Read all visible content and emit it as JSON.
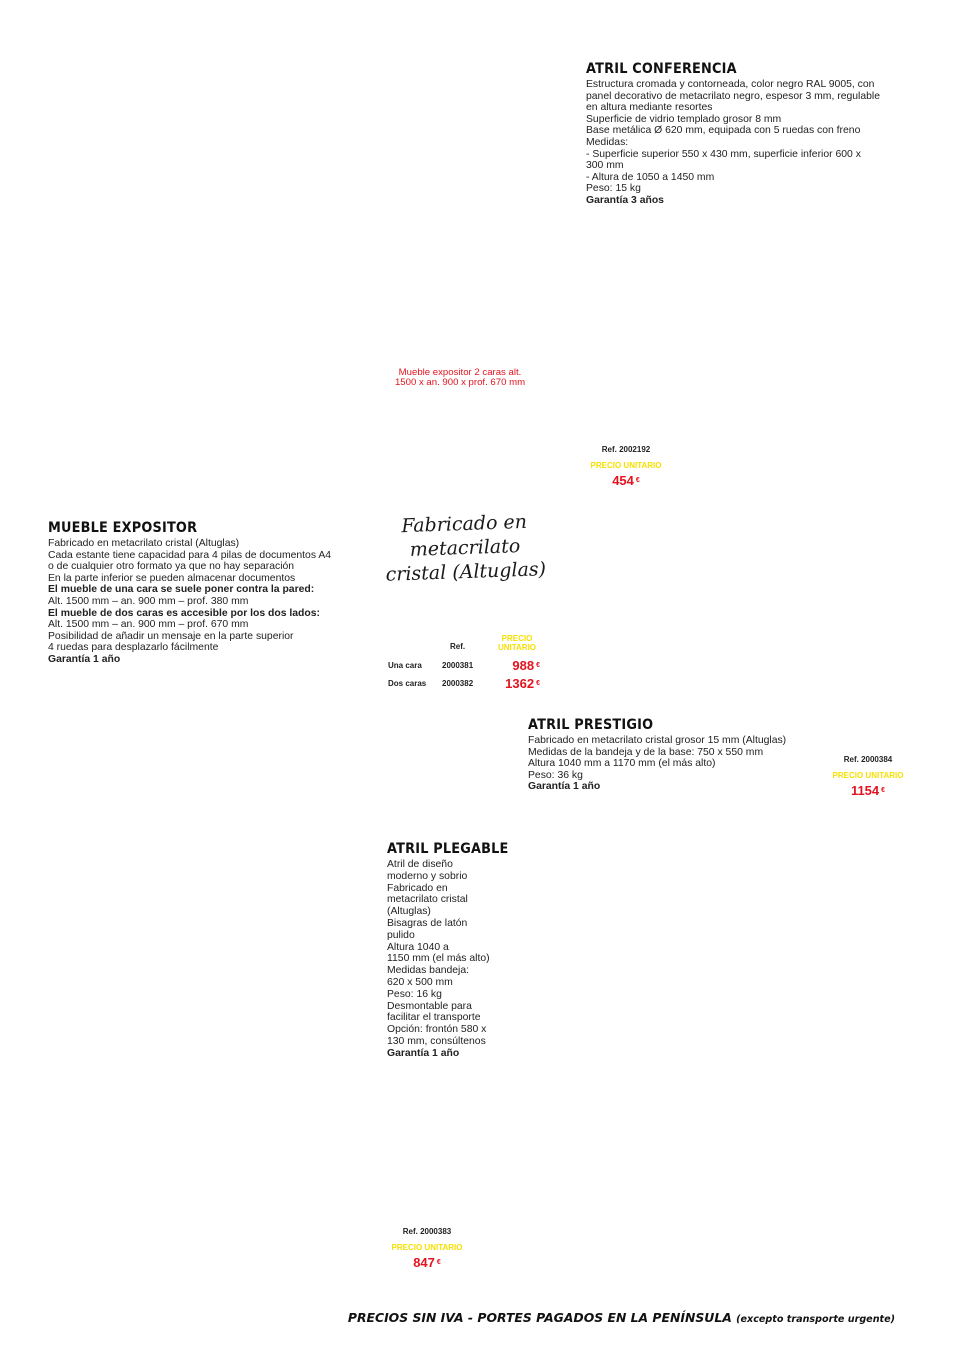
{
  "conferencia": {
    "title": "ATRIL CONFERENCIA",
    "lines": [
      "Estructura cromada y contorneada, color negro RAL 9005, con",
      "panel decorativo de metacrilato negro, espesor 3 mm, regulable",
      "en altura mediante resortes",
      "Superficie de vidrio templado grosor 8 mm",
      "Base metálica Ø 620 mm, equipada con 5 ruedas con freno",
      "Medidas:",
      "- Superficie superior 550 x 430 mm, superficie inferior 600 x",
      "300 mm",
      "- Altura de 1050 a 1450 mm",
      "Peso: 15 kg"
    ],
    "warranty": "Garantía 3 años",
    "ref": "Ref. 2002192",
    "unit_label": "PRECIO UNITARIO",
    "price": "454",
    "currency": "€"
  },
  "expositor_caption": {
    "line1": "Mueble expositor 2 caras alt.",
    "line2": "1500 x an. 900 x prof. 670 mm"
  },
  "expositor": {
    "title": "MUEBLE EXPOSITOR",
    "lines": [
      {
        "text": "Fabricado en metacrilato cristal (Altuglas)",
        "bold": false
      },
      {
        "text": "Cada estante tiene capacidad para 4 pilas de documentos A4",
        "bold": false
      },
      {
        "text": "o de cualquier otro formato ya que no hay separación",
        "bold": false
      },
      {
        "text": "En la parte inferior se pueden almacenar documentos",
        "bold": false
      },
      {
        "text": "El mueble de una cara se suele poner contra la pared:",
        "bold": true
      },
      {
        "text": "Alt. 1500 mm – an. 900 mm – prof. 380 mm",
        "bold": false
      },
      {
        "text": "El mueble de dos caras es accesible por los dos lados:",
        "bold": true
      },
      {
        "text": "Alt. 1500 mm – an. 900 mm – prof. 670 mm",
        "bold": false
      },
      {
        "text": "Posibilidad de añadir un mensaje en la parte superior",
        "bold": false
      },
      {
        "text": "4 ruedas para desplazarlo fácilmente",
        "bold": false
      },
      {
        "text": "Garantía 1 año",
        "bold": true
      }
    ],
    "script_lines": [
      "Fabricado en",
      "metacrilato",
      "cristal (Altuglas)"
    ],
    "table": {
      "ref_header": "Ref.",
      "price_header_1": "PRECIO",
      "price_header_2": "UNITARIO",
      "rows": [
        {
          "label": "Una cara",
          "ref": "2000381",
          "price": "988"
        },
        {
          "label": "Dos caras",
          "ref": "2000382",
          "price": "1362"
        }
      ],
      "currency": "€"
    }
  },
  "prestigio": {
    "title": "ATRIL PRESTIGIO",
    "lines": [
      "Fabricado en metacrilato cristal grosor 15 mm (Altuglas)",
      "Medidas de la bandeja y de la base: 750 x 550 mm",
      "Altura 1040 mm a 1170 mm (el más alto)",
      "Peso: 36 kg"
    ],
    "warranty": "Garantía 1 año",
    "ref": "Ref. 2000384",
    "unit_label": "PRECIO UNITARIO",
    "price": "1154",
    "currency": "€"
  },
  "plegable": {
    "title": "ATRIL PLEGABLE",
    "lines": [
      "Atril de diseño",
      "moderno y sobrio",
      "Fabricado en",
      "metacrilato cristal",
      "(Altuglas)",
      "Bisagras de latón",
      "pulido",
      "Altura 1040 a",
      "1150 mm (el más alto)",
      "Medidas bandeja:",
      "620 x 500 mm",
      "Peso: 16 kg",
      "Desmontable para",
      "facilitar el transporte",
      "Opción: frontón 580 x",
      "130 mm, consúltenos"
    ],
    "warranty": "Garantía 1 año",
    "ref": "Ref. 2000383",
    "unit_label": "PRECIO UNITARIO",
    "price": "847",
    "currency": "€"
  },
  "footer": {
    "main": "PRECIOS SIN IVA - PORTES PAGADOS EN LA PENÍNSULA",
    "note": "(excepto transporte urgente)"
  }
}
